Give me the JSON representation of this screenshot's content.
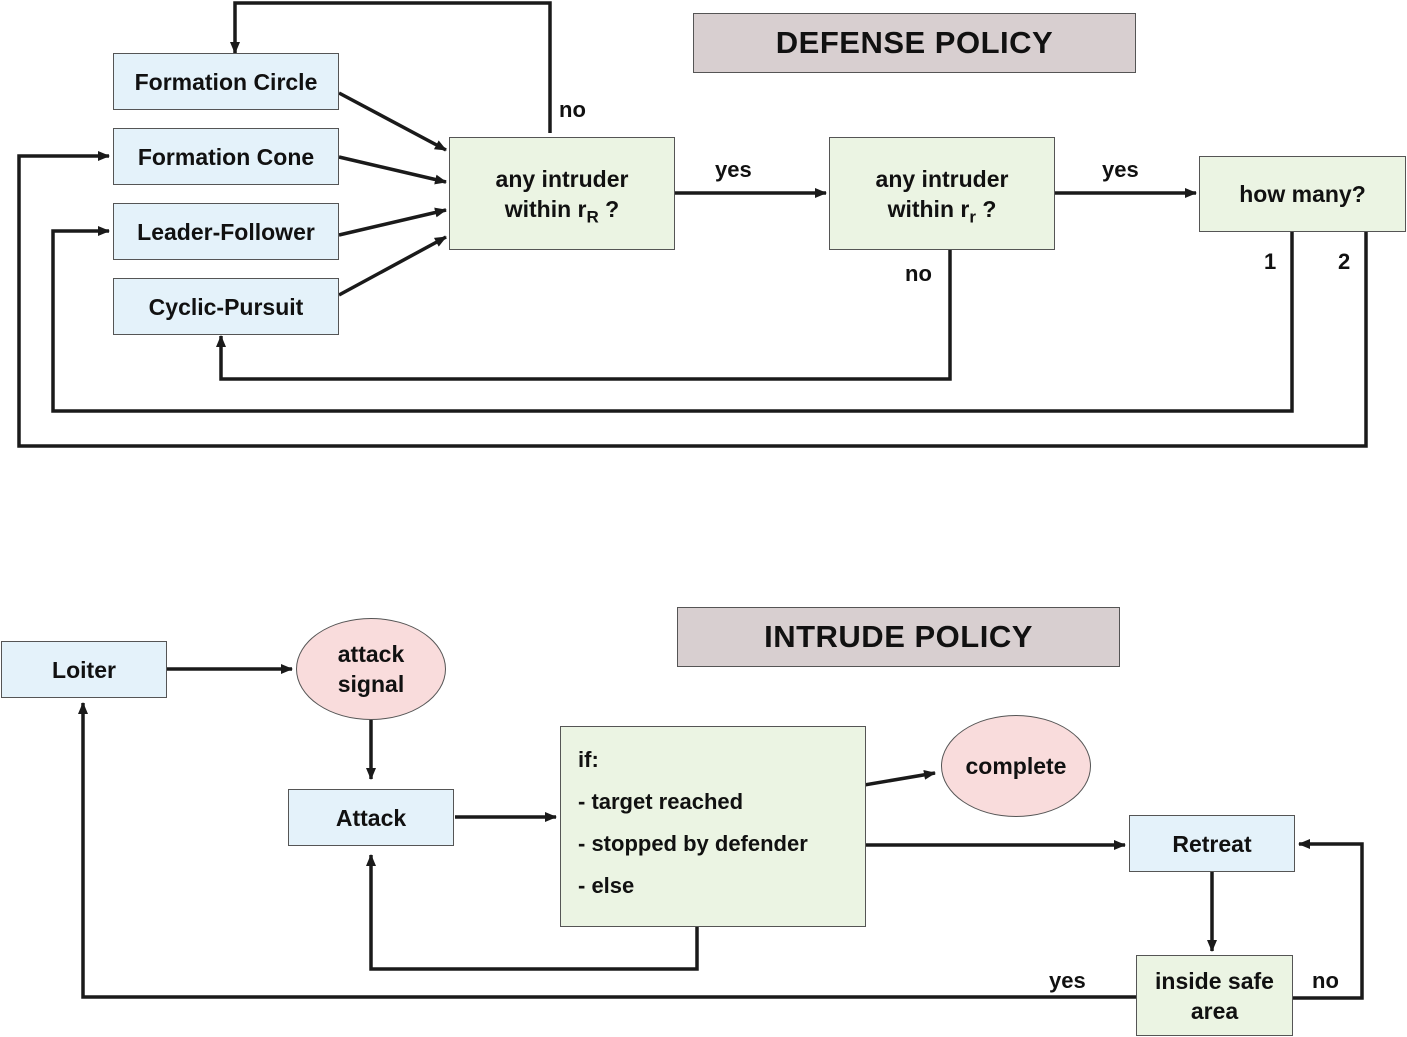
{
  "defense": {
    "title": "DEFENSE POLICY",
    "formation_circle": "Formation Circle",
    "formation_cone": "Formation Cone",
    "leader_follower": "Leader-Follower",
    "cyclic_pursuit": "Cyclic-Pursuit",
    "check_rR": {
      "line1": "any intruder",
      "line2": "within r",
      "sub": "R",
      "q": " ?"
    },
    "check_rr": {
      "line1": "any intruder",
      "line2": "within r",
      "sub": "r",
      "q": " ?"
    },
    "how_many": "how many?",
    "labels": {
      "no_top": "no",
      "yes_1": "yes",
      "yes_2": "yes",
      "no_mid": "no",
      "one": "1",
      "two": "2"
    }
  },
  "intrude": {
    "title": "INTRUDE POLICY",
    "loiter": "Loiter",
    "attack_signal": {
      "line1": "attack",
      "line2": "signal"
    },
    "attack": "Attack",
    "conditions": {
      "header": "if:",
      "target_reached": "- target reached",
      "stopped": "- stopped by defender",
      "else": "- else"
    },
    "complete": "complete",
    "retreat": "Retreat",
    "inside_safe": {
      "line1": "inside safe",
      "line2": "area"
    },
    "labels": {
      "yes": "yes",
      "no": "no"
    }
  }
}
